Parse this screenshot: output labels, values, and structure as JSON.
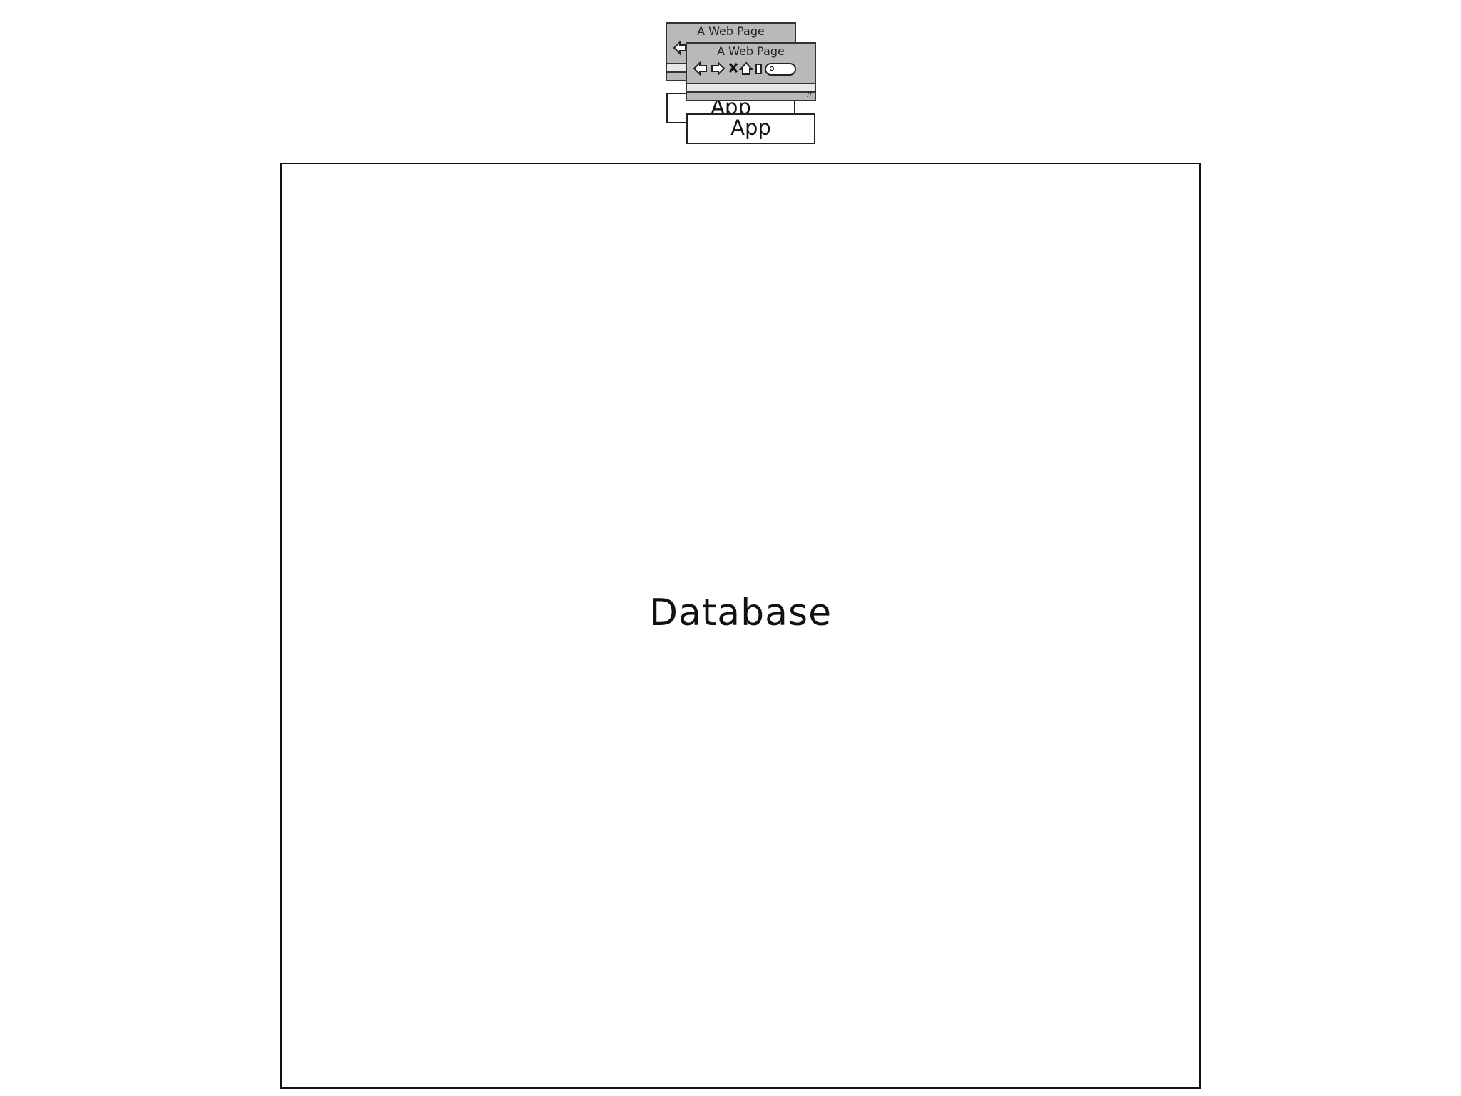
{
  "diagram": {
    "clients": [
      {
        "browser_title": "A Web Page",
        "app_label": "App"
      },
      {
        "browser_title": "A Web Page",
        "app_label": "App"
      }
    ],
    "database": {
      "label": "Database"
    }
  },
  "icons": {
    "toolbar": [
      "back-arrow-icon",
      "forward-arrow-icon",
      "close-x-icon",
      "home-icon",
      "bookmark-icon",
      "search-field-icon"
    ],
    "corner": "resize-grip-icon"
  },
  "colors": {
    "stroke": "#222222",
    "browser_fill": "#b9b9b9",
    "background": "#ffffff"
  }
}
